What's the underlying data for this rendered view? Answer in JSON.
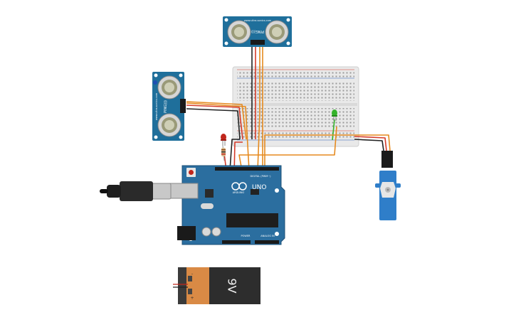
{
  "colors": {
    "pcb_blue": "#1f6f9b",
    "arduino_blue": "#2b6e9f",
    "breadboard": "#e8e8e8",
    "wire_red": "#d43b2a",
    "wire_black": "#222222",
    "wire_orange": "#e58a1f",
    "led_red": "#c0261c",
    "led_green": "#35b32b",
    "servo_blue": "#2f7ec9",
    "battery_orange": "#d98a45",
    "battery_black": "#2d2d2d"
  },
  "sensor_top": {
    "name_label": "PING)))",
    "brand_label": "www.ultra-sonics.com"
  },
  "sensor_left": {
    "name_label": "PING)))",
    "brand_label": "www.ultra-sonics.com"
  },
  "arduino": {
    "logo_text": "UNO",
    "digital_label": "DIGITAL (PWM~)",
    "power_label": "POWER",
    "analog_label": "ANALOG IN",
    "brand_text": "ARDUINO"
  },
  "battery": {
    "voltage_label": "9V",
    "plus_label": "+",
    "minus_label": "-"
  },
  "icons": [
    "usb-cable-icon",
    "infinity-logo-icon"
  ]
}
